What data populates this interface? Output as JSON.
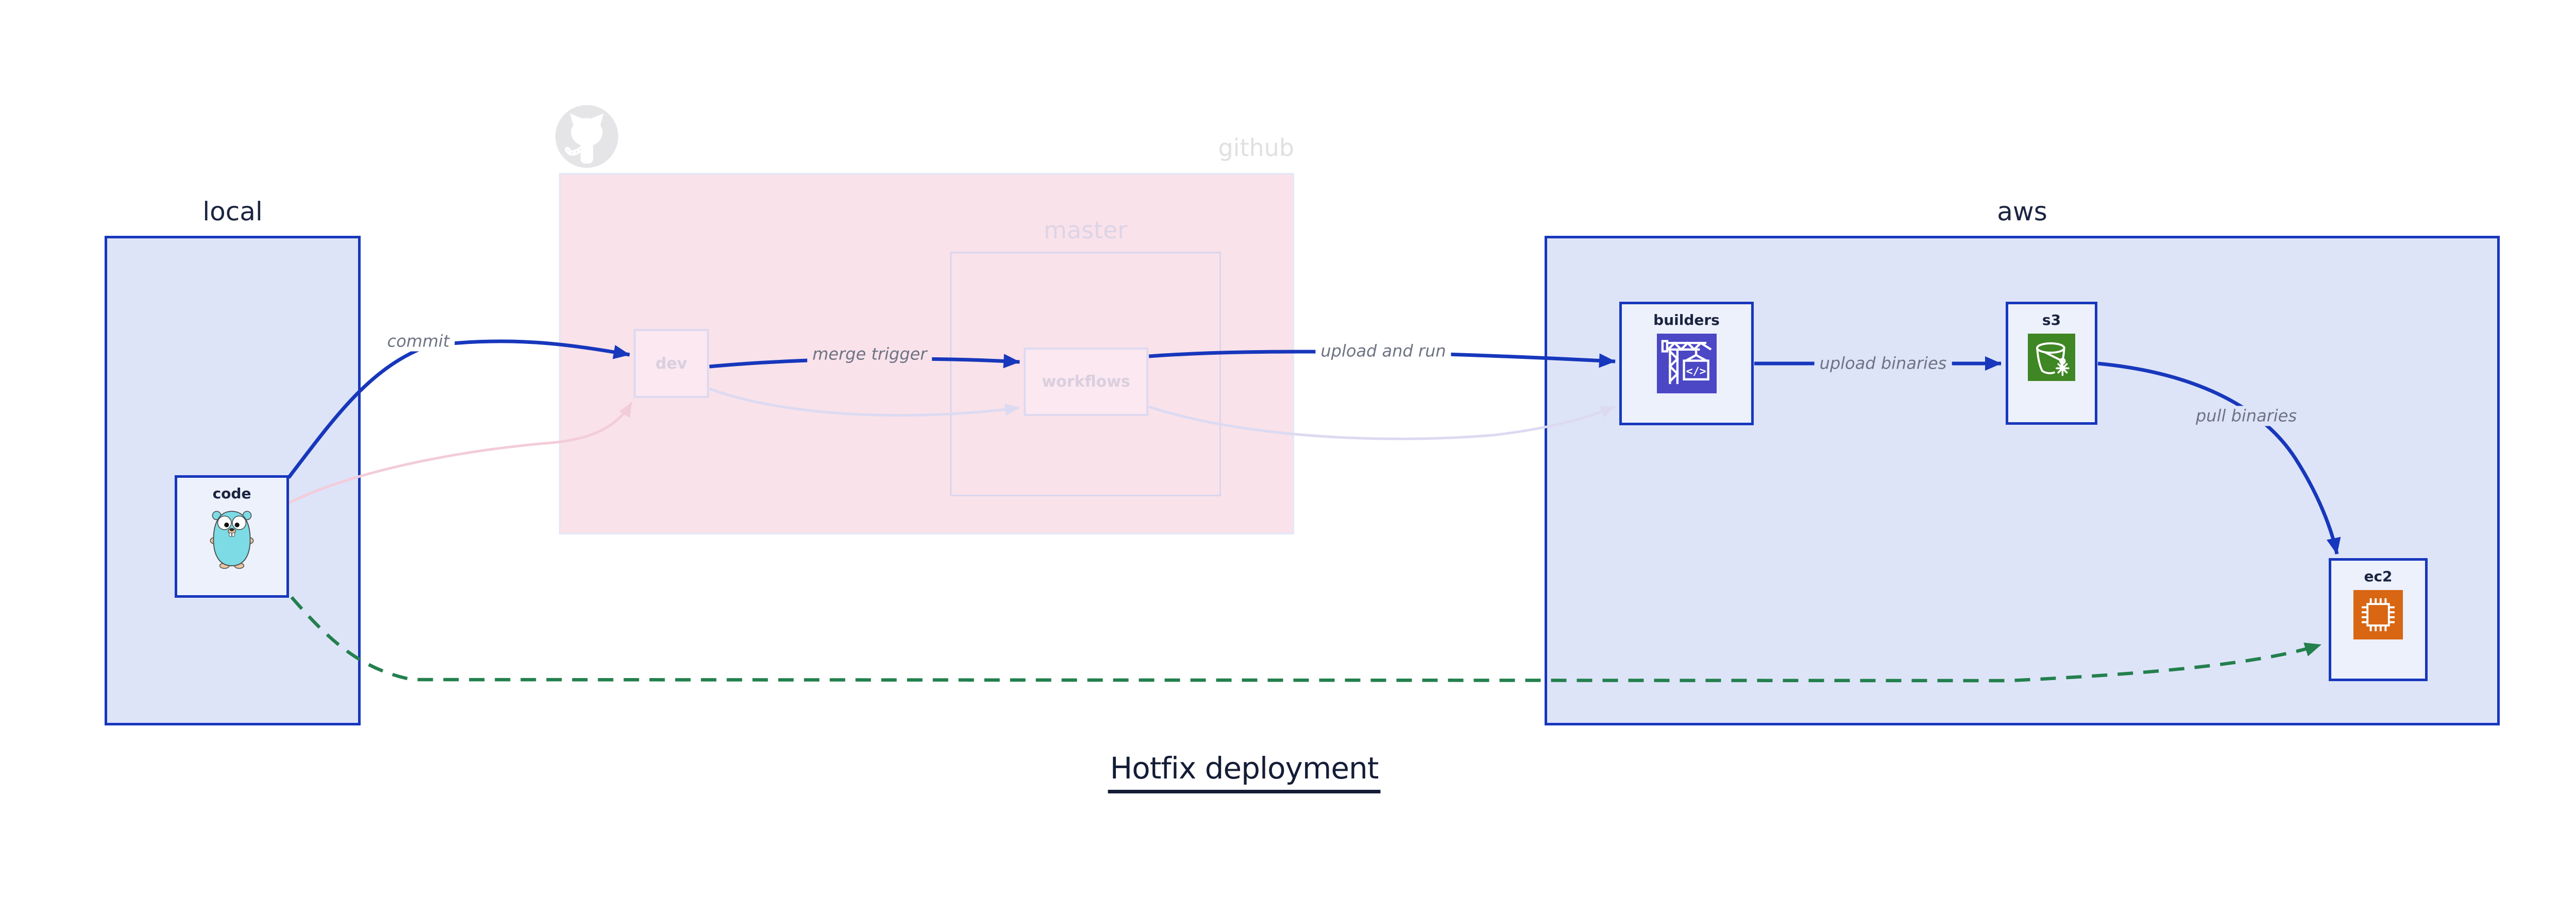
{
  "title": "Hotfix deployment",
  "regions": {
    "local": {
      "label": "local"
    },
    "github": {
      "label": "github",
      "branch": "master"
    },
    "aws": {
      "label": "aws"
    }
  },
  "nodes": {
    "code": {
      "label": "code",
      "icon": "go-gopher-icon"
    },
    "dev": {
      "label": "dev"
    },
    "workflows": {
      "label": "workflows"
    },
    "builders": {
      "label": "builders",
      "icon": "codebuild-crane-icon"
    },
    "s3": {
      "label": "s3",
      "icon": "s3-glacier-bucket-icon"
    },
    "ec2": {
      "label": "ec2",
      "icon": "ec2-chip-icon"
    }
  },
  "edges": [
    {
      "label": "commit",
      "from": "code",
      "to": "dev",
      "style": "solid-blue"
    },
    {
      "label": "merge trigger",
      "from": "dev",
      "to": "workflows",
      "style": "solid-blue"
    },
    {
      "label": "upload and run",
      "from": "workflows",
      "to": "builders",
      "style": "solid-blue"
    },
    {
      "label": "upload binaries",
      "from": "builders",
      "to": "s3",
      "style": "solid-blue"
    },
    {
      "label": "pull binaries",
      "from": "s3",
      "to": "ec2",
      "style": "solid-blue"
    },
    {
      "label": "",
      "from": "code",
      "to": "ec2",
      "style": "dashed-green-hotfix"
    },
    {
      "label": "",
      "from": "code",
      "to": "dev",
      "style": "faded-pink"
    },
    {
      "label": "",
      "from": "dev",
      "to": "workflows",
      "style": "faded-lavender"
    },
    {
      "label": "",
      "from": "workflows",
      "to": "builders",
      "style": "faded-lavender"
    }
  ],
  "icons": [
    "octocat-icon",
    "go-gopher-icon",
    "codebuild-crane-icon",
    "s3-glacier-bucket-icon",
    "ec2-chip-icon"
  ],
  "colors": {
    "arrow_blue": "#1737bc",
    "hotfix_green": "#23804d",
    "container_fill": "#dde4f8",
    "node_fill": "#edf1fc",
    "github_pink": "#f9e2ea",
    "faded_border": "#ded9f0",
    "navy_text": "#1b2440",
    "edge_label_gray": "#6e7383",
    "codebuild_indigo": "#4b47c5",
    "s3_green": "#3f8624",
    "ec2_orange": "#d86613"
  }
}
